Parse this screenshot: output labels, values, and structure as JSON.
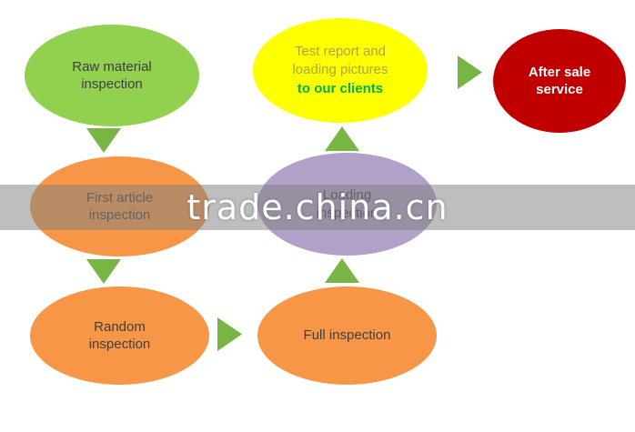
{
  "watermark": {
    "text": "trade.china.cn"
  },
  "nodes": {
    "raw_material": {
      "label": "Raw material inspection",
      "color": "#92d050"
    },
    "first_article": {
      "label": "First article inspection",
      "color": "#f79646"
    },
    "random_inspection": {
      "label": "Random inspection",
      "color": "#f79646"
    },
    "full_inspection": {
      "label": "Full inspection",
      "color": "#f79646"
    },
    "loading_inspection": {
      "label": "Loading inspection",
      "color": "#b1a0c7"
    },
    "test_report": {
      "line1": "Test report and",
      "line2": "loading pictures",
      "line3": "to our clients",
      "color": "#ffff00"
    },
    "after_sale": {
      "label": "After sale service",
      "color": "#c00000"
    }
  },
  "colors": {
    "arrow": "#77b544",
    "label_text": "#3f3f3f",
    "report_text": "#a8a83e",
    "clients_text": "#00b050",
    "after_sale_text": "#ffffff",
    "watermark_band": "rgba(130,130,130,0.52)"
  }
}
